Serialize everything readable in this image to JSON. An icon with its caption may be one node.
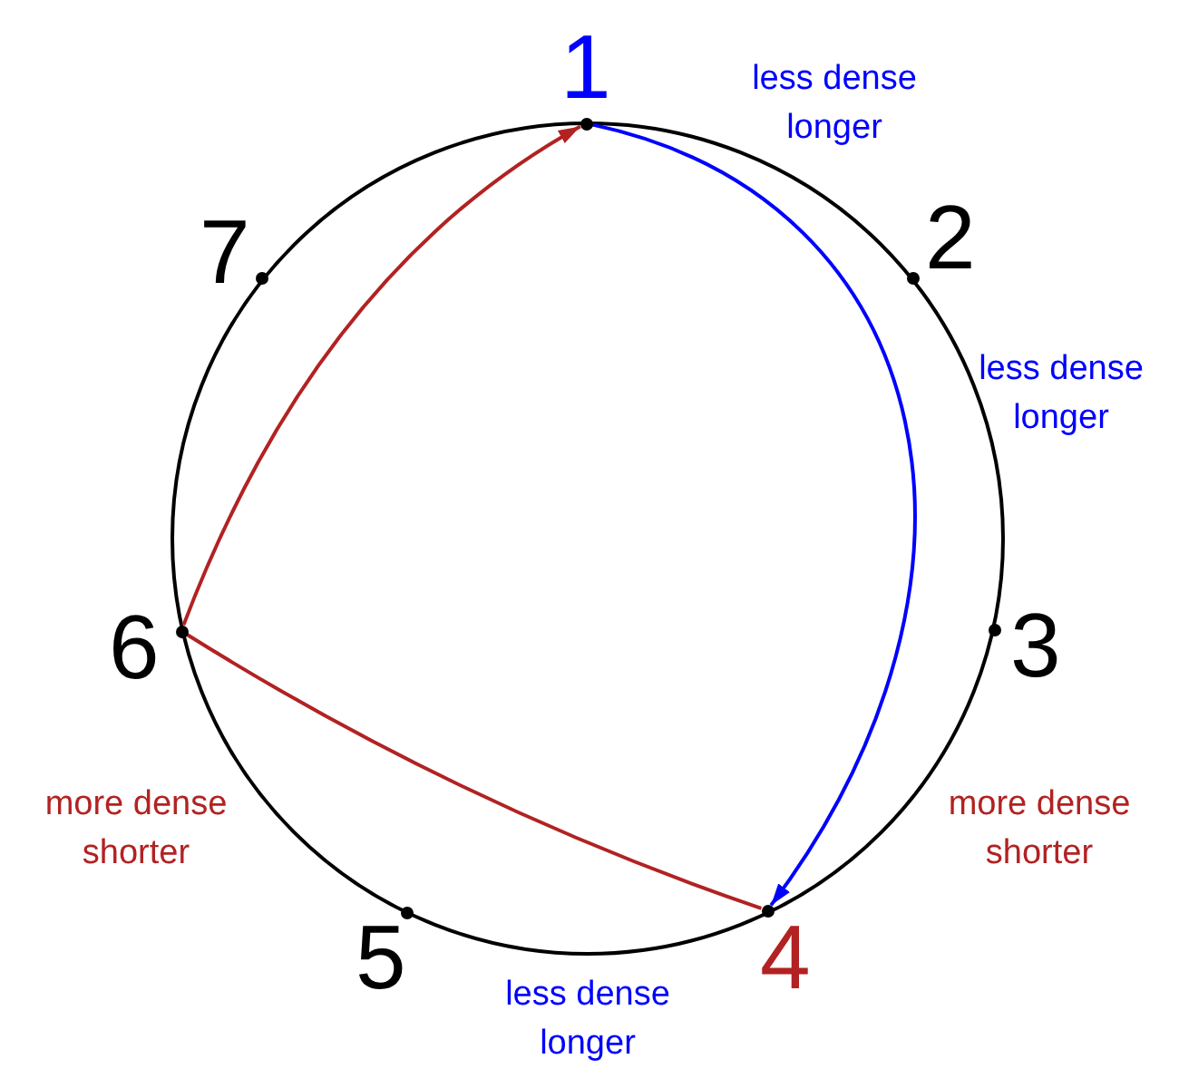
{
  "diagram": {
    "nodes": [
      {
        "text": [],
        "shape": "circle",
        "beside": [
          "1"
        ]
      },
      {
        "text": [],
        "shape": "circle",
        "beside": [
          "2"
        ]
      },
      {
        "text": [],
        "shape": "circle",
        "beside": [
          "3"
        ]
      },
      {
        "text": [],
        "shape": "circle",
        "beside": [
          "4"
        ]
      },
      {
        "text": [],
        "shape": "circle",
        "beside": [
          "5"
        ]
      },
      {
        "text": [],
        "shape": "circle",
        "beside": [
          "6"
        ]
      },
      {
        "text": [],
        "shape": "circle",
        "beside": [
          "7"
        ]
      }
    ],
    "edges": [
      {
        "from": 0,
        "to": 3,
        "arrow": "to",
        "color": "#0000ff"
      },
      {
        "from": 3,
        "to": 5,
        "arrow": "none"
      },
      {
        "from": 5,
        "to": 0,
        "arrow": "to"
      }
    ],
    "labels": [
      "less dense longer",
      "less dense longer",
      "more dense shorter",
      "more dense shorter",
      "less dense longer"
    ]
  }
}
